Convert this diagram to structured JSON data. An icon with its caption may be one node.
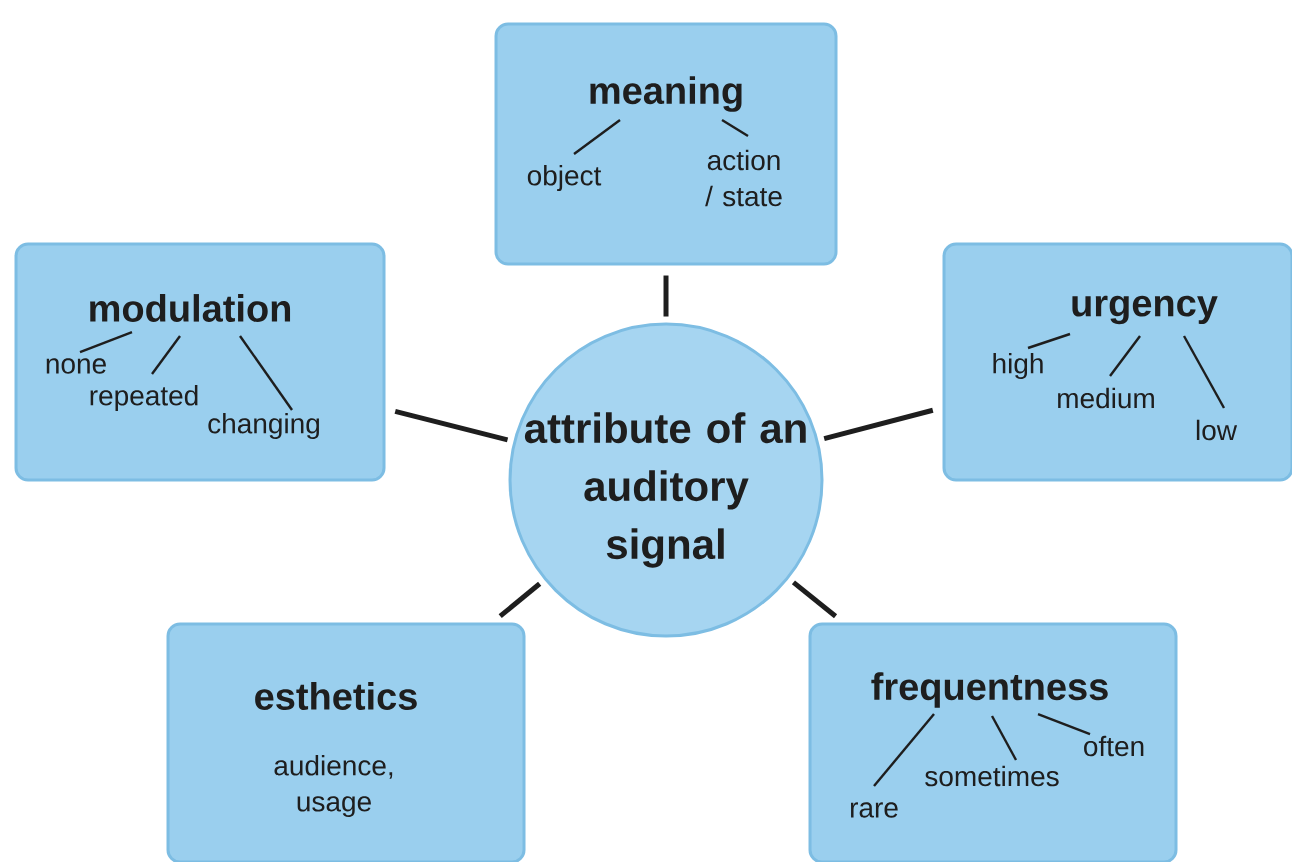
{
  "diagram": {
    "nodes": [
      {
        "text": [
          "attribute of an auditory signal"
        ]
      },
      {
        "text": [
          "meaning",
          "object",
          "action / state"
        ]
      },
      {
        "text": [
          "modulation",
          "none",
          "repeated",
          "changing"
        ]
      },
      {
        "text": [
          "urgency",
          "high",
          "medium",
          "low"
        ]
      },
      {
        "text": [
          "esthetics",
          "audience, usage"
        ]
      },
      {
        "text": [
          "frequentness",
          "rare",
          "sometimes",
          "often"
        ]
      }
    ],
    "edges": [
      {
        "from": 0,
        "to": 1,
        "arrow": "none"
      },
      {
        "from": 0,
        "to": 2,
        "arrow": "none"
      },
      {
        "from": 0,
        "to": 3,
        "arrow": "none"
      },
      {
        "from": 0,
        "to": 4,
        "arrow": "none"
      },
      {
        "from": 0,
        "to": 5,
        "arrow": "none"
      }
    ]
  }
}
